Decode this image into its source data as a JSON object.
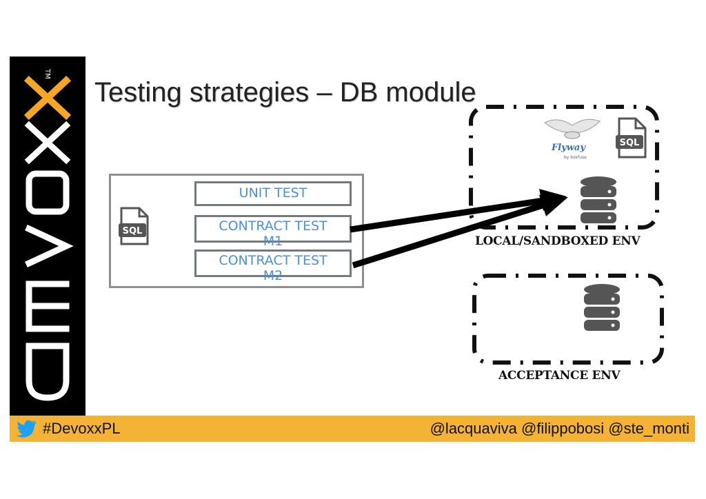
{
  "slide": {
    "title": "Testing strategies – DB module"
  },
  "sidebar": {
    "logo_text": "DEVOXX",
    "trademark": "TM"
  },
  "module": {
    "sql_icon_label": "SQL",
    "tests": [
      {
        "line1": "UNIT TEST",
        "line2": ""
      },
      {
        "line1": "CONTRACT TEST",
        "line2": "M1"
      },
      {
        "line1": "CONTRACT TEST",
        "line2": "M2"
      }
    ]
  },
  "environments": {
    "local": {
      "label": "LOCAL/SANDBOXED ENV",
      "sql_icon_label": "SQL",
      "flyway_text": "Flyway",
      "flyway_by": "by boxfuse"
    },
    "acceptance": {
      "label": "ACCEPTANCE ENV"
    }
  },
  "footer": {
    "hashtag": "#DevoxxPL",
    "handles": "@lacquaviva @filippobosi @ste_monti",
    "bg_color": "#f5b335"
  },
  "colors": {
    "test_text": "#4a90d9",
    "logo_orange": "#f5a623"
  }
}
